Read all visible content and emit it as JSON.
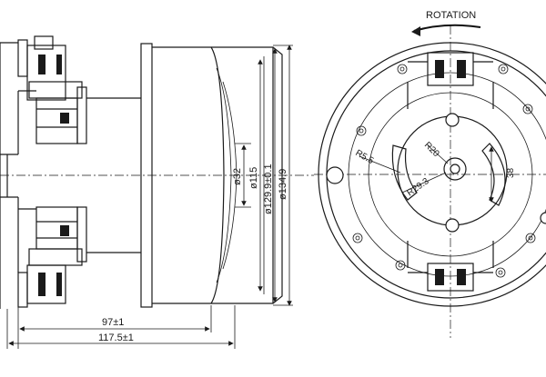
{
  "labels": {
    "rotation": "ROTATION",
    "dim_bore": "ø32",
    "dim_d115": "ø115",
    "dim_d129": "ø129.9±0.1",
    "dim_d134": "ø134.9",
    "dim_len97": "97±1",
    "dim_len117": "117.5±1",
    "dim_r55": "R5.5",
    "dim_r20": "R20",
    "dim_r29": "R29.3",
    "dim_38": "38"
  }
}
